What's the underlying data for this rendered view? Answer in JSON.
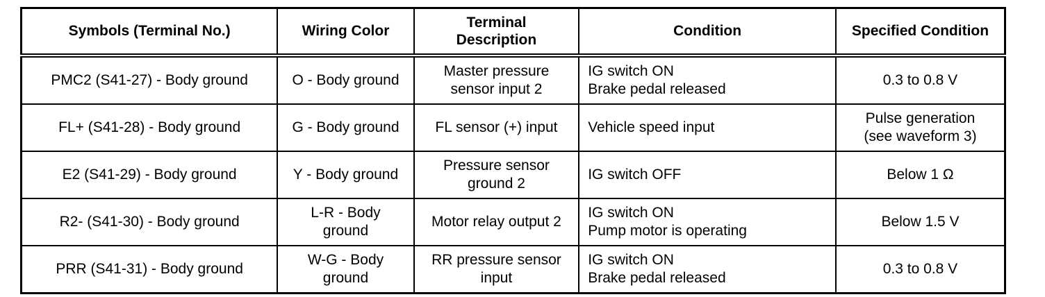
{
  "table": {
    "headers": [
      {
        "label": "Symbols (Terminal No.)"
      },
      {
        "label": "Wiring Color"
      },
      {
        "label": "Terminal\nDescription"
      },
      {
        "label": "Condition"
      },
      {
        "label": "Specified Condition"
      }
    ],
    "rows": [
      {
        "symbol": "PMC2 (S41-27) - Body ground",
        "wiring_color": "O - Body ground",
        "terminal_description": "Master pressure\nsensor input 2",
        "condition": "IG switch ON\nBrake pedal released",
        "specified_condition": "0.3 to 0.8 V"
      },
      {
        "symbol": "FL+ (S41-28) - Body ground",
        "wiring_color": "G - Body ground",
        "terminal_description": "FL sensor (+) input",
        "condition": "Vehicle speed input",
        "specified_condition": "Pulse generation\n(see waveform 3)"
      },
      {
        "symbol": "E2 (S41-29) - Body ground",
        "wiring_color": "Y - Body ground",
        "terminal_description": "Pressure sensor\nground 2",
        "condition": "IG switch OFF",
        "specified_condition": "Below 1 Ω"
      },
      {
        "symbol": "R2- (S41-30) - Body ground",
        "wiring_color": "L-R - Body\nground",
        "terminal_description": "Motor relay output 2",
        "condition": "IG switch ON\nPump motor is operating",
        "specified_condition": "Below 1.5 V"
      },
      {
        "symbol": "PRR (S41-31) - Body ground",
        "wiring_color": "W-G - Body\nground",
        "terminal_description": "RR pressure sensor\ninput",
        "condition": "IG switch ON\nBrake pedal released",
        "specified_condition": "0.3 to 0.8 V"
      }
    ]
  }
}
